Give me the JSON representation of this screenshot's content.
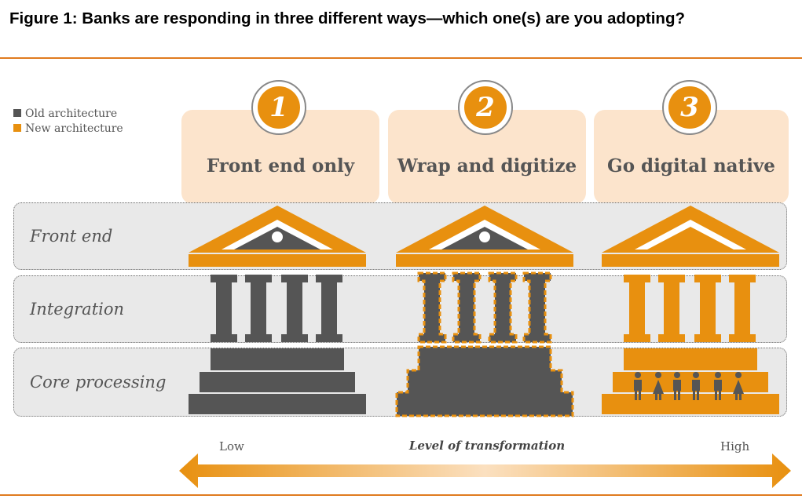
{
  "figure": {
    "title": "Figure 1: Banks are responding in three different ways—which one(s) are you adopting?"
  },
  "legend": {
    "items": [
      {
        "label": "Old architecture",
        "color": "#555555"
      },
      {
        "label": "New architecture",
        "color": "#E8900F"
      }
    ]
  },
  "layers": [
    {
      "label": "Front end"
    },
    {
      "label": "Integration"
    },
    {
      "label": "Core processing"
    }
  ],
  "approaches": [
    {
      "number": "1",
      "title": "Front end only"
    },
    {
      "number": "2",
      "title": "Wrap and digitize"
    },
    {
      "number": "3",
      "title": "Go digital native"
    }
  ],
  "axis": {
    "low": "Low",
    "high": "High",
    "title": "Level of transformation"
  },
  "colors": {
    "accent": "#E8900F",
    "old": "#555555",
    "card": "#FCE4CC",
    "band": "#E9E9E9",
    "rule": "#E07B1F"
  }
}
